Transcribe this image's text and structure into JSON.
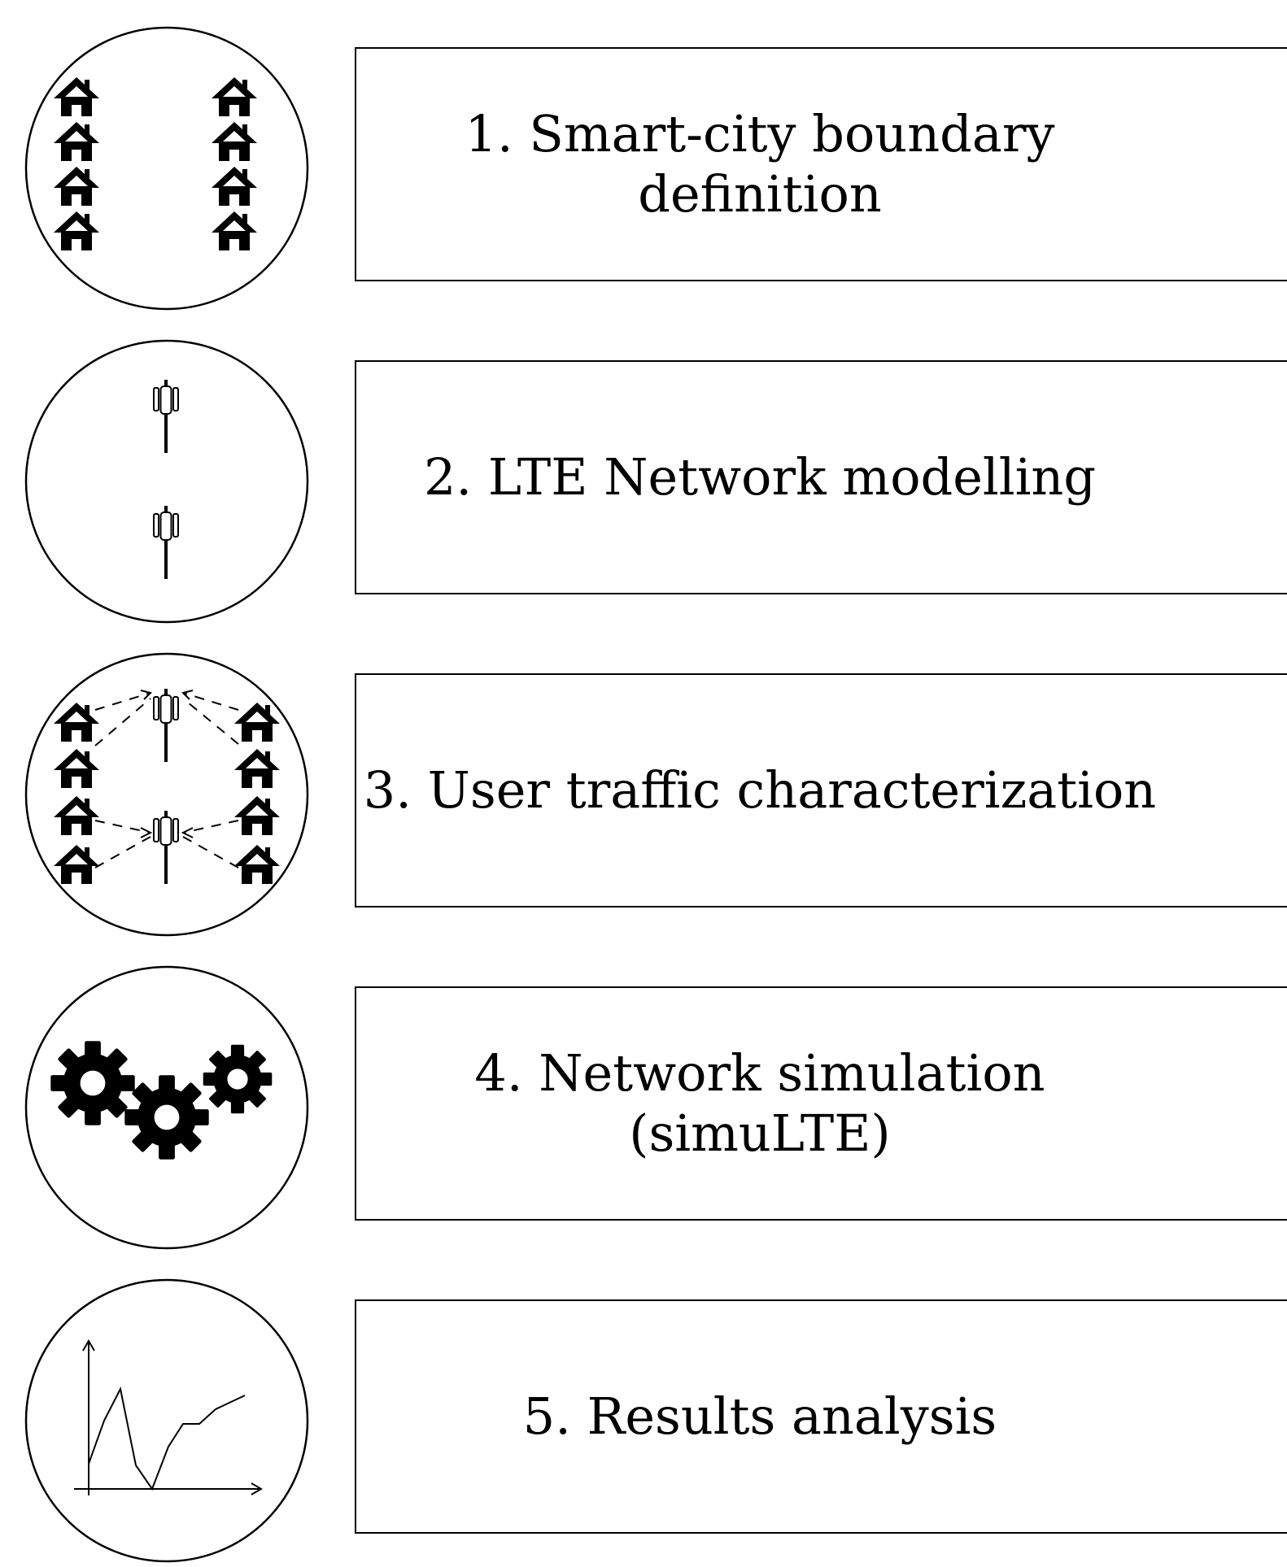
{
  "steps": [
    {
      "label": "1. Smart-city boundary definition",
      "icon": "houses-icon"
    },
    {
      "label": "2. LTE Network modelling",
      "icon": "cell-towers-icon"
    },
    {
      "label": "3. User traffic characterization",
      "icon": "traffic-links-icon"
    },
    {
      "label": "4. Network simulation\n(simuLTE)",
      "icon": "gears-icon"
    },
    {
      "label": "5. Results analysis",
      "icon": "line-chart-icon"
    }
  ]
}
